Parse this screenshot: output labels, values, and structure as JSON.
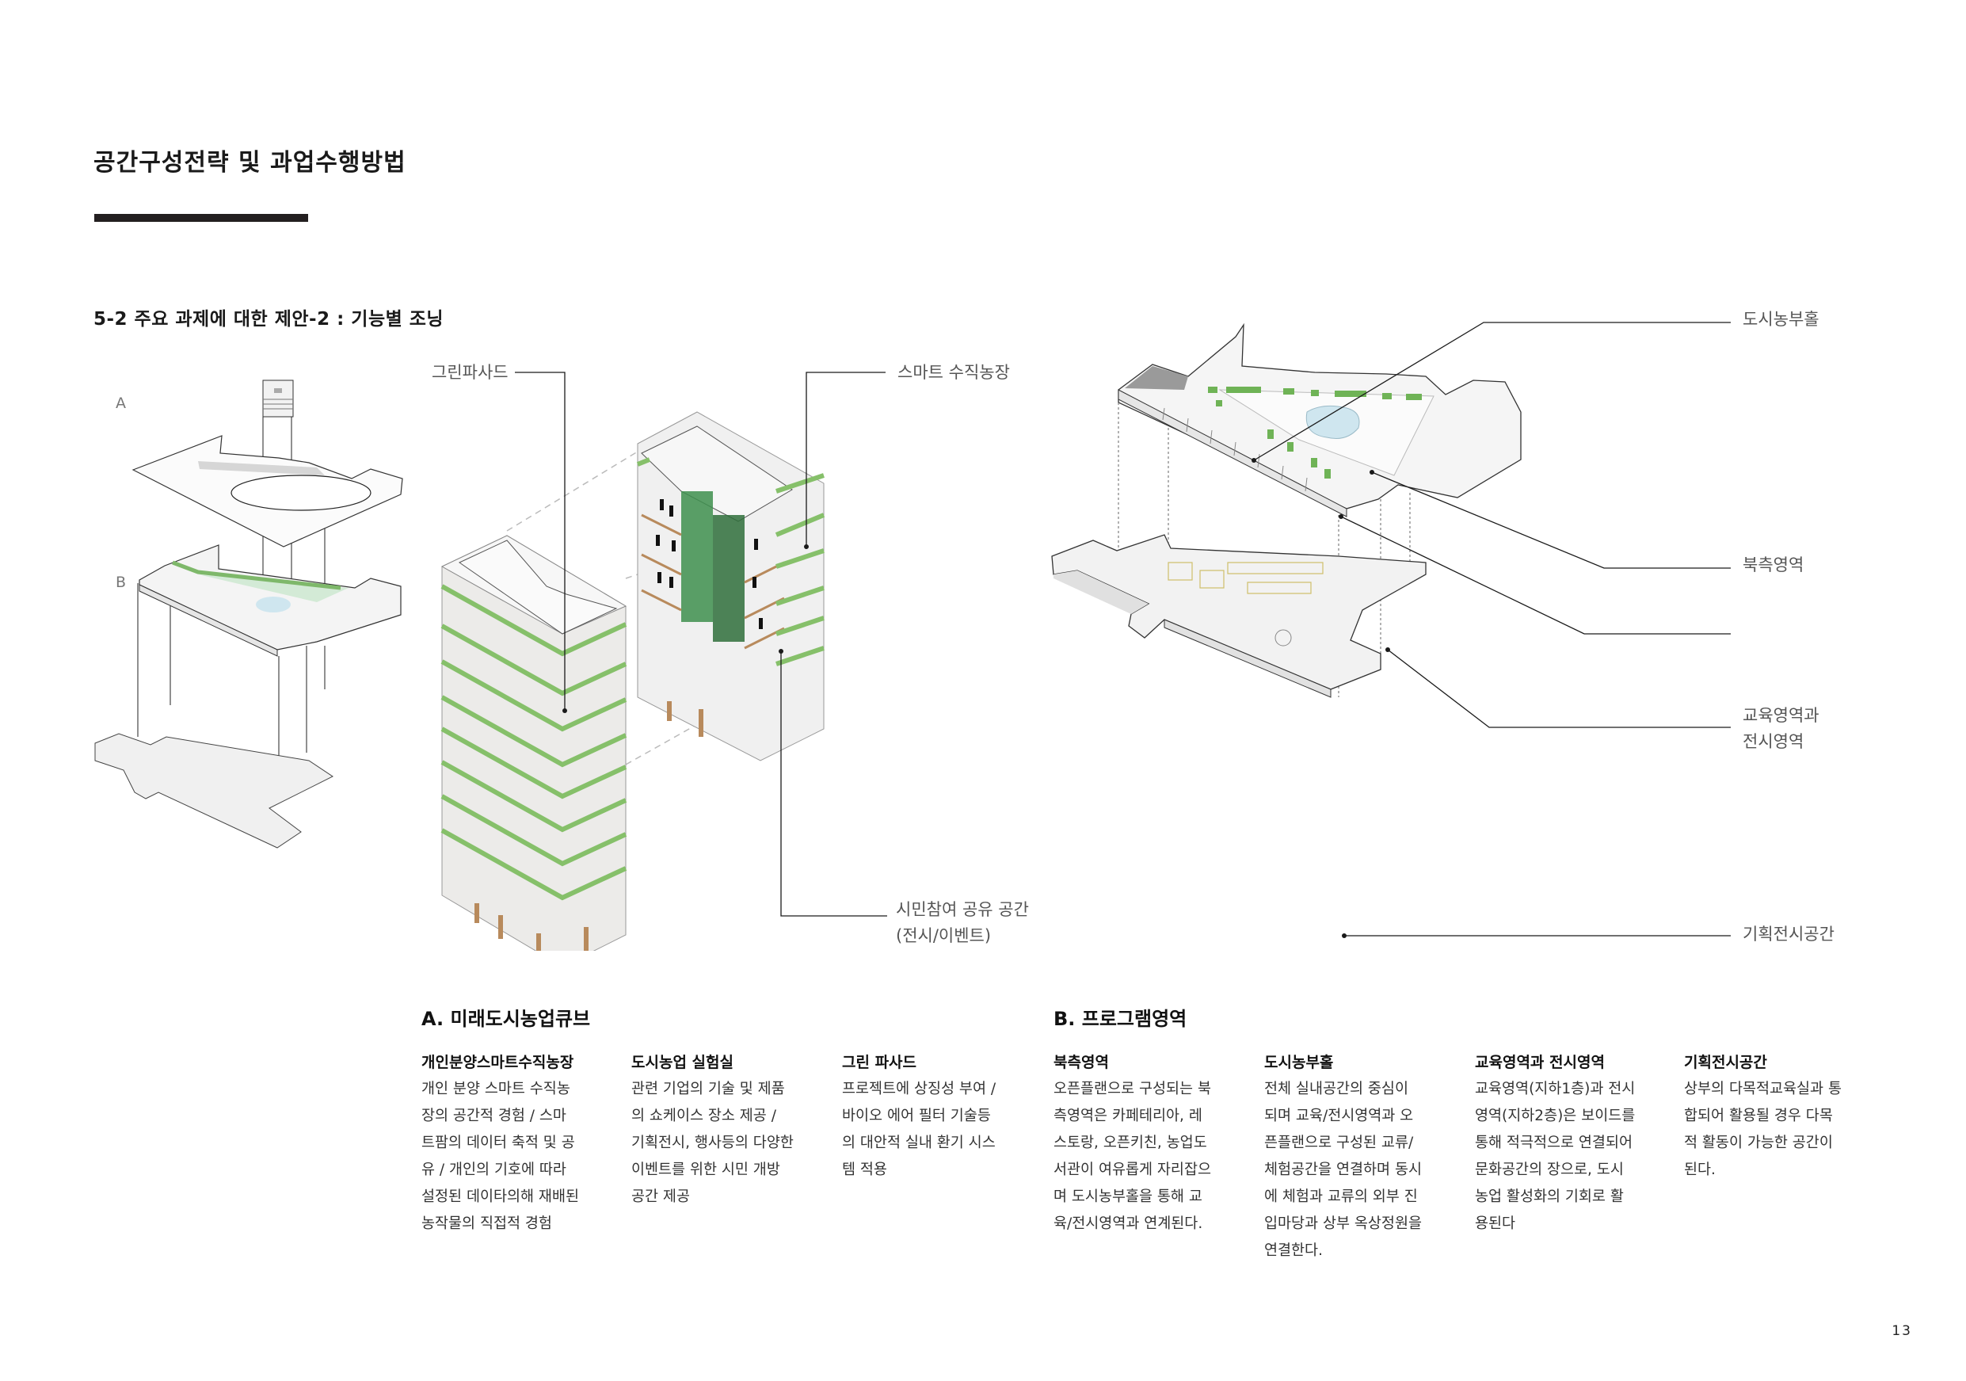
{
  "header": {
    "title": "공간구성전략 및 과업수행방법",
    "subtitle": "5-2 주요 과제에 대한 제안-2 : 기능별 조닝"
  },
  "left_diagram": {
    "label_a": "A",
    "label_b": "B"
  },
  "building_callouts": {
    "green_facade": "그린파사드",
    "smart_vertical_farm": "스마트 수직농장",
    "citizen_space_line1": "시민참여 공유 공간",
    "citizen_space_line2": "(전시/이벤트)"
  },
  "program_callouts": {
    "urban_farmer_hall": "도시농부홀",
    "north_area": "북측영역",
    "education_line1": "교육영역과",
    "education_line2": "전시영역",
    "exhibition_space": "기획전시공간"
  },
  "section_a": {
    "heading": "A. 미래도시농업큐브",
    "columns": [
      {
        "title": "개인분양스마트수직농장",
        "lines": [
          "개인 분양 스마트 수직농",
          "장의 공간적 경험 / 스마",
          "트팜의 데이터 축적 및 공",
          "유 /  개인의 기호에 따라",
          "설정된 데이타의해 재배된",
          "농작물의 직접적 경험"
        ]
      },
      {
        "title": "도시농업 실험실",
        "lines": [
          "관련 기업의 기술 및 제품",
          "의 쇼케이스 장소 제공 /",
          "기획전시, 행사등의 다양한",
          "이벤트를 위한 시민 개방",
          "공간 제공"
        ]
      },
      {
        "title": "그린 파사드",
        "lines": [
          "프로젝트에 상징성 부여 /",
          "바이오 에어 필터 기술등",
          "의 대안적 실내 환기 시스",
          "템 적용"
        ]
      }
    ]
  },
  "section_b": {
    "heading": "B. 프로그램영역",
    "columns": [
      {
        "title": "북측영역",
        "lines": [
          "오픈플랜으로 구성되는 북",
          "측영역은 카페테리아, 레",
          "스토랑, 오픈키친, 농업도",
          "서관이 여유롭게 자리잡으",
          "며 도시농부홀을 통해 교",
          "육/전시영역과 연계된다."
        ]
      },
      {
        "title": "도시농부홀",
        "lines": [
          "전체 실내공간의 중심이",
          "되며 교육/전시영역과 오",
          "픈플랜으로 구성된 교류/",
          "체험공간을 연결하며 동시",
          "에 체험과 교류의 외부 진",
          "입마당과 상부 옥상정원을",
          "연결한다."
        ]
      },
      {
        "title": "교육영역과 전시영역",
        "lines": [
          "교육영역(지하1층)과 전시",
          "영역(지하2층)은 보이드를",
          "통해 적극적으로 연결되어",
          "문화공간의 장으로, 도시",
          "농업 활성화의 기회로 활",
          "용된다"
        ]
      },
      {
        "title": "기획전시공간",
        "lines": [
          "상부의 다목적교육실과 통",
          "합되어 활용될 경우 다목",
          "적 활동이 가능한 공간이",
          "된다."
        ]
      }
    ]
  },
  "footer": {
    "page_number": "13"
  },
  "colors": {
    "title_bar": "#231f20",
    "plant_green": "#8cc36b",
    "vertical_farm_green": "#3e8f4e",
    "wood": "#b8875a",
    "pond": "#cfe6ef"
  }
}
